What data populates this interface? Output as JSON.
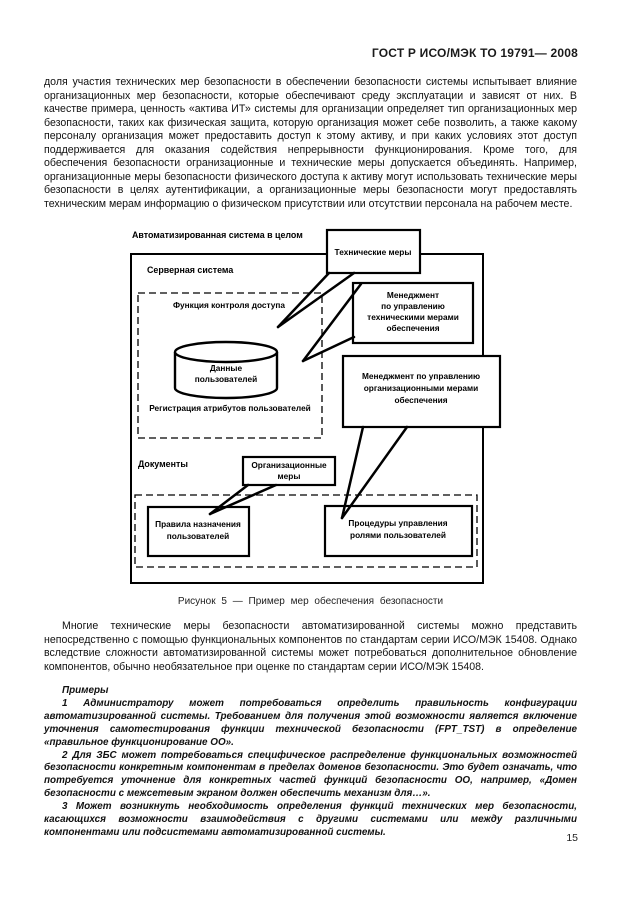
{
  "header": {
    "title": "ГОСТ Р ИСО/МЭК ТО 19791— 2008"
  },
  "body": {
    "paragraph1": "доля участия технических мер безопасности в обеспечении безопасности системы испытывает влияние организационных мер безопасности, которые обеспечивают среду эксплуатации и зависят от них. В качестве примера, ценность «актива ИТ» системы для организации определяет тип организационных мер безопасности, таких как физическая защита, которую организация может себе позволить, а также какому персоналу организация может предоставить доступ к этому активу, и при каких условиях этот доступ поддерживается для оказания содействия непрерывности функционирования. Кроме того, для обеспечения безопасности огранизационные и технические меры допускается объединять. Например, организационные меры безопасности физического доступа к активу могут использовать технические меры безопасности в целях аутентификации, а организационные меры безопасности могут предоставлять техническим мерам информацию о физическом присутствии или отсутствии персонала на рабочем месте.",
    "paragraph2": "Многие технические меры безопасности автоматизированной системы можно представить непосредственно с помощью функциональных компонентов по стандартам серии ИСО/МЭК 15408. Однако вследствие сложности автоматизированной системы может потребоваться дополнительное обновление компонентов, обычно необязательное при оценке по стандартам серии ИСО/МЭК 15408."
  },
  "figure": {
    "caption": "Рисунок 5 — Пример мер обеспечения безопасности",
    "labels": {
      "system_title": "Автоматизированная система в целом",
      "server_system": "Серверная система",
      "technical_measures": "Технические меры",
      "access_control": "Функция контроля доступа",
      "user_data": [
        "Данные",
        "пользователей"
      ],
      "registration": "Регистрация атрибутов пользователей",
      "tech_management": [
        "Менеджмент",
        "по управлению",
        "техническими мерами",
        "обеспечения"
      ],
      "org_management": [
        "Менеджмент по управлению",
        "организационными мерами",
        "обеспечения"
      ],
      "documents": "Документы",
      "org_measures": [
        "Организационные",
        "меры"
      ],
      "user_rules": [
        "Правила назначения",
        "пользователей"
      ],
      "role_procedures": [
        "Процедуры управления",
        "ролями пользователей"
      ]
    }
  },
  "examples": {
    "title": "Примеры",
    "item1": "1 Администратору  может  потребоваться определить правильность конфигурации автоматизированной системы. Требованием для получения этой возможности является включение уточнения самотестирования функции технической безопасности (FPT_TST) в определение «правильное функционирование ОО».",
    "item2": "2 Для ЗБС может потребоваться специфическое распределение функциональных возможностей безопасности конкретным компонентам в пределах доменов безопасности. Это будет означать, что потребуется  уточнение для конкретных частей функций безопасности ОО, например, «Домен безопасности с межсетевым экраном должен обеспечить механизм для…».",
    "item3": "3 Может возникнуть необходимость определения функций технических мер безопасности, касающихся возможности взаимодействия с другими системами или между различными компонентами или подсистемами автоматизированной системы."
  },
  "footer": {
    "page_number": "15"
  }
}
